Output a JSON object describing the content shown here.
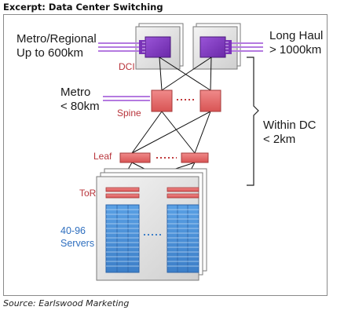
{
  "header": {
    "excerpt_title": "Excerpt: Data Center Switching"
  },
  "diagram": {
    "labels": {
      "metro_regional": {
        "line1": "Metro/Regional",
        "line2": "Up to 600km"
      },
      "long_haul": {
        "line1": "Long Haul",
        "line2": "> 1000km"
      },
      "metro": {
        "line1": "Metro",
        "line2": "< 80km"
      },
      "within_dc": {
        "line1": "Within DC",
        "line2": "< 2km"
      },
      "dci": "DCI",
      "spine": "Spine",
      "leaf": "Leaf",
      "tor": "ToR",
      "servers": {
        "line1": "40-96",
        "line2": "Servers"
      }
    },
    "colors": {
      "dci_box": "#7a33b8",
      "link_purple": "#b47ae0",
      "switch_red": "#e46a6a",
      "label_red": "#b8343b",
      "server_blue": "#4a8fd6",
      "label_blue": "#2f6fbf",
      "card_gray": "#d6d6d6"
    }
  },
  "footer": {
    "source": "Source: Earlswood Marketing"
  }
}
